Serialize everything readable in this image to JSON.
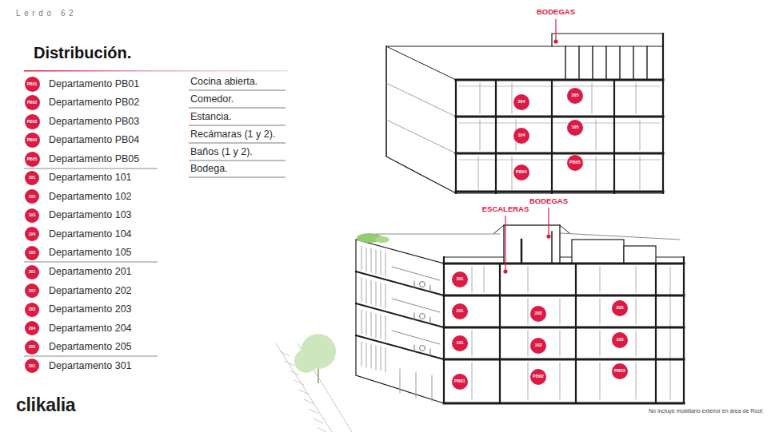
{
  "diagram": {
    "title": "Distribución.",
    "nodes": [
      {
        "text": [
          "PB01"
        ]
      },
      {
        "text": [
          "PB02"
        ]
      },
      {
        "text": [
          "PB03"
        ]
      },
      {
        "text": [
          "PB04"
        ]
      },
      {
        "text": [
          "PB05"
        ]
      },
      {
        "text": [
          "101"
        ]
      },
      {
        "text": [
          "102"
        ]
      },
      {
        "text": [
          "103"
        ]
      },
      {
        "text": [
          "104"
        ]
      },
      {
        "text": [
          "105"
        ]
      },
      {
        "text": [
          "201"
        ]
      },
      {
        "text": [
          "202"
        ]
      },
      {
        "text": [
          "203"
        ]
      },
      {
        "text": [
          "204"
        ]
      },
      {
        "text": [
          "205"
        ]
      },
      {
        "text": [
          "301"
        ]
      },
      {
        "text": [
          "204"
        ]
      },
      {
        "text": [
          "205"
        ]
      },
      {
        "text": [
          "104"
        ]
      },
      {
        "text": [
          "105"
        ]
      },
      {
        "text": [
          "PB04"
        ]
      },
      {
        "text": [
          "PB05"
        ]
      },
      {
        "text": [
          "301"
        ]
      },
      {
        "text": [
          "201"
        ]
      },
      {
        "text": [
          "202"
        ]
      },
      {
        "text": [
          "203"
        ]
      },
      {
        "text": [
          "101"
        ]
      },
      {
        "text": [
          "102"
        ]
      },
      {
        "text": [
          "103"
        ]
      },
      {
        "text": [
          "PB01"
        ]
      },
      {
        "text": [
          "PB02"
        ]
      },
      {
        "text": [
          "PB03"
        ]
      }
    ],
    "labels": [
      "Lerdo 62",
      "Departamento PB01",
      "Departamento PB02",
      "Departamento PB03",
      "Departamento PB04",
      "Departamento PB05",
      "Departamento 101",
      "Departamento 102",
      "Departamento 103",
      "Departamento 104",
      "Departamento 105",
      "Departamento 201",
      "Departamento 202",
      "Departamento 203",
      "Departamento 204",
      "Departamento 205",
      "Departamento 301",
      "Cocina abierta.",
      "Comedor.",
      "Estancia.",
      "Recámaras (1 y 2).",
      "Baños (1 y 2).",
      "Bodega.",
      "BODEGAS",
      "ESCALERAS",
      "BODEGAS",
      "No incluye mobiliario exterior en área de Roof.",
      "clikalia"
    ]
  }
}
